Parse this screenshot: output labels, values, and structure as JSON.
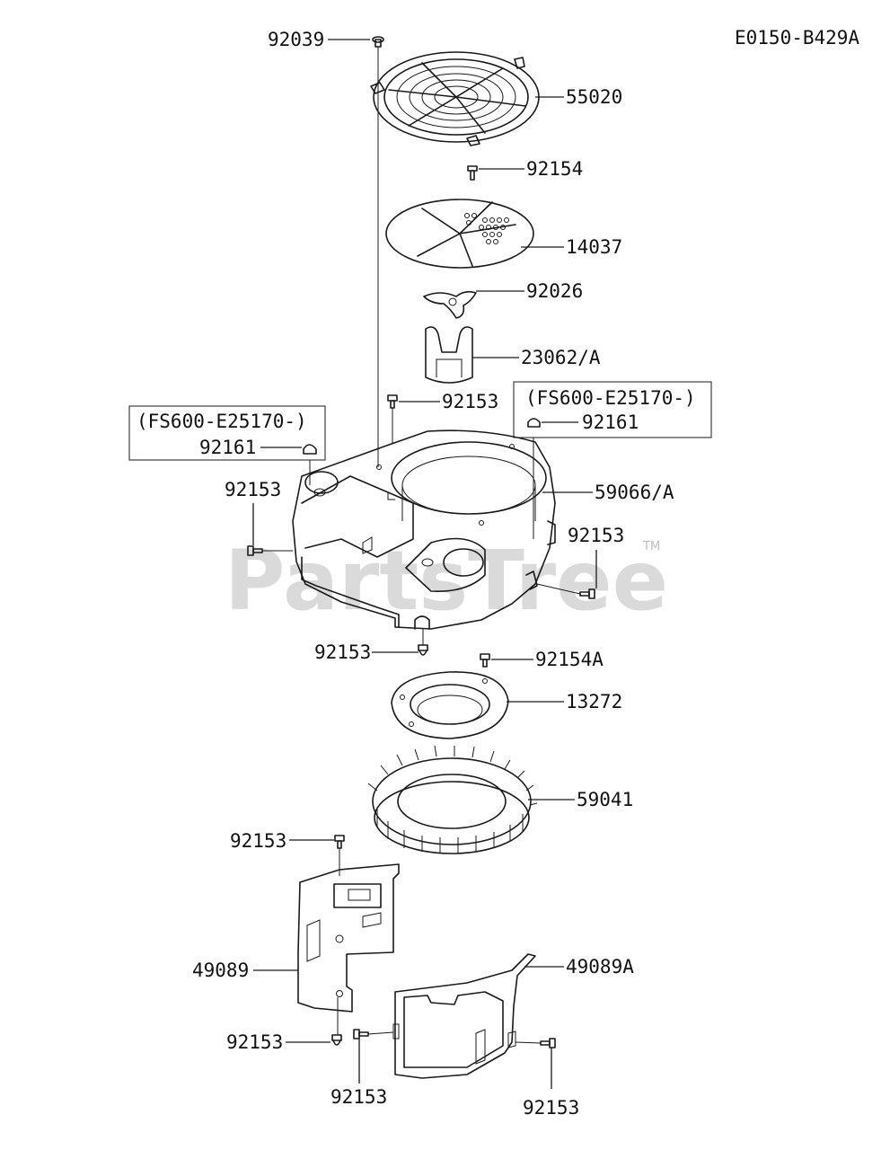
{
  "diagram_code": "E0150-B429A",
  "watermark": {
    "text": "PartsTree",
    "mark": "TM"
  },
  "parts": {
    "top_screw": "92039",
    "grille": "55020",
    "screen_bolt": "92154",
    "screen": "14037",
    "plate": "92026",
    "holder": "23062/A",
    "housing_bolt_top": "92153",
    "left_box_note": "(FS600-E25170-)",
    "left_plug": "92161",
    "right_box_note": "(FS600-E25170-)",
    "right_plug": "92161",
    "housing": "59066/A",
    "left_bolt": "92153",
    "right_bolt": "92153",
    "bottom_bolt": "92153",
    "ring_bolt": "92154A",
    "ring_plate": "13272",
    "fan": "59041",
    "cover_bolt_top": "92153",
    "cover_left": "49089",
    "cover_left_bolt": "92153",
    "cover_right": "49089A",
    "cover_mid_bolt": "92153",
    "cover_right_bolt": "92153"
  }
}
